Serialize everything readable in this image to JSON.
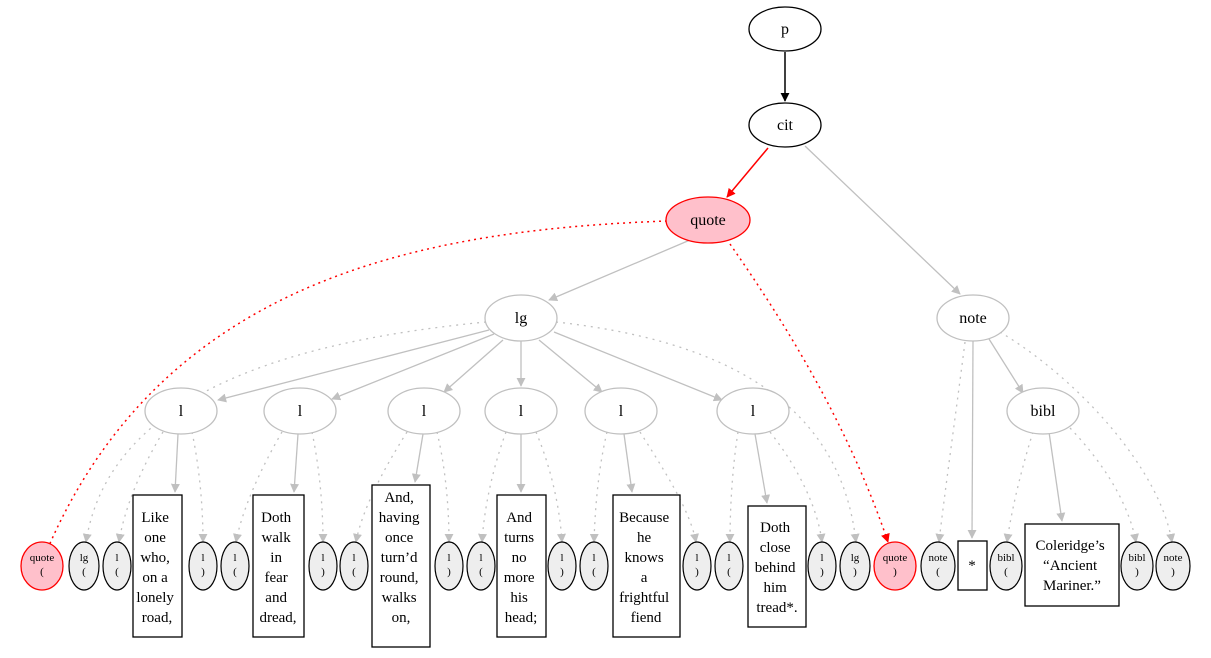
{
  "nodes": {
    "p": "p",
    "cit": "cit",
    "quote": "quote",
    "lg": "lg",
    "l": "l",
    "note": "note",
    "bibl": "bibl"
  },
  "markers": {
    "quote_open": [
      "quote",
      "("
    ],
    "quote_close": [
      "quote",
      ")"
    ],
    "lg_open": [
      "lg",
      "("
    ],
    "lg_close": [
      "lg",
      ")"
    ],
    "l_open": [
      "l",
      "("
    ],
    "l_close": [
      "l",
      ")"
    ],
    "note_open": [
      "note",
      "("
    ],
    "note_close": [
      "note",
      ")"
    ],
    "bibl_open": [
      "bibl",
      "("
    ],
    "bibl_close": [
      "bibl",
      ")"
    ]
  },
  "lines": [
    [
      "Like",
      "one",
      "who,",
      "on a",
      "lonely",
      "road,"
    ],
    [
      "Doth",
      "walk",
      "in",
      "fear",
      "and",
      "dread,"
    ],
    [
      "And,",
      "having",
      "once",
      "turn’d",
      "round,",
      "walks",
      "on,"
    ],
    [
      "And",
      "turns",
      "no",
      "more",
      "his",
      "head;"
    ],
    [
      "Because",
      "he",
      "knows",
      "a",
      "frightful",
      "fiend"
    ],
    [
      "Doth",
      "close",
      "behind",
      "him",
      "tread*."
    ]
  ],
  "note_text": "*",
  "bibl_text": [
    "Coleridge’s",
    "“Ancient",
    "Mariner.”"
  ],
  "colors": {
    "highlight_fill": "#ffc0cb",
    "highlight_stroke": "#ff0000",
    "inactive": "#c0c0c0",
    "marker_fill": "#eeeeee"
  }
}
